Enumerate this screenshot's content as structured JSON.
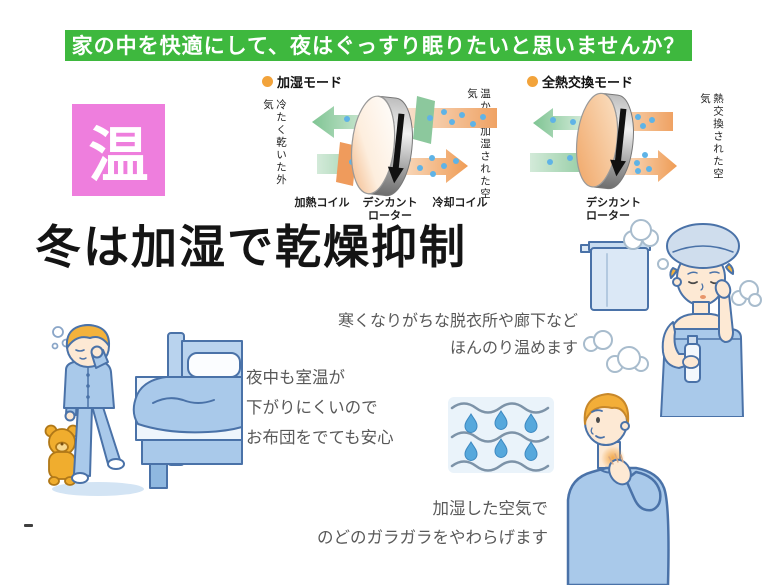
{
  "banner": {
    "text": "家の中を快適にして、夜はぐっすり眠りたいと思いませんか？"
  },
  "badge": {
    "text": "温"
  },
  "headline": {
    "text": "冬は加湿で乾燥抑制"
  },
  "mode_left": {
    "title": "加湿モード",
    "intake_label": "冷たく乾いた外気",
    "output_label": "温かく加湿された空気",
    "coil_left": "加熱コイル",
    "rotor_line1": "デシカント",
    "rotor_line2": "ローター",
    "coil_right": "冷却コイル"
  },
  "mode_right": {
    "title": "全熱交換モード",
    "output_label": "熱交換された空気",
    "rotor_line1": "デシカント",
    "rotor_line2": "ローター"
  },
  "captions": {
    "hallway": {
      "line1": "寒くなりがちな脱衣所や廊下など",
      "line2": "ほんのり温めます"
    },
    "night": {
      "line1": "夜中も室温が",
      "line2": "下がりにくいので",
      "line3": "お布団をでても安心"
    },
    "throat": {
      "line1": "加湿した空気で",
      "line2": "のどのガラガラをやわらげます"
    }
  },
  "footnote": {
    "mark": "-"
  },
  "colors": {
    "banner_bg": "#3eb83e",
    "badge_bg": "#ee7edd",
    "mode_bullet": "#f2a33b",
    "caption_text": "#595959",
    "arrow_green": "#8fca9f",
    "arrow_orange": "#efa263",
    "moisture_dot": "#5fb3e6",
    "illustration_outline": "#4a72a8",
    "illustration_blue": "#a9c9ea",
    "skin": "#fde9d4",
    "hair_yellow": "#f3b23c",
    "teddy_amber": "#f0ad2e"
  }
}
